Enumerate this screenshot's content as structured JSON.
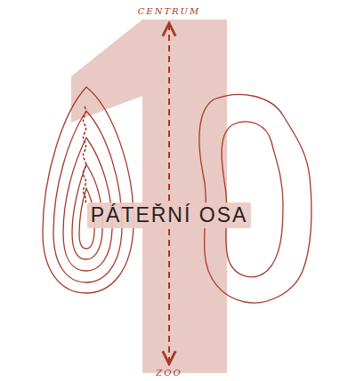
{
  "diagram": {
    "labels": [
      "CENTRUM",
      "PÁTEŘNÍ OSA",
      "ZOO"
    ]
  }
}
